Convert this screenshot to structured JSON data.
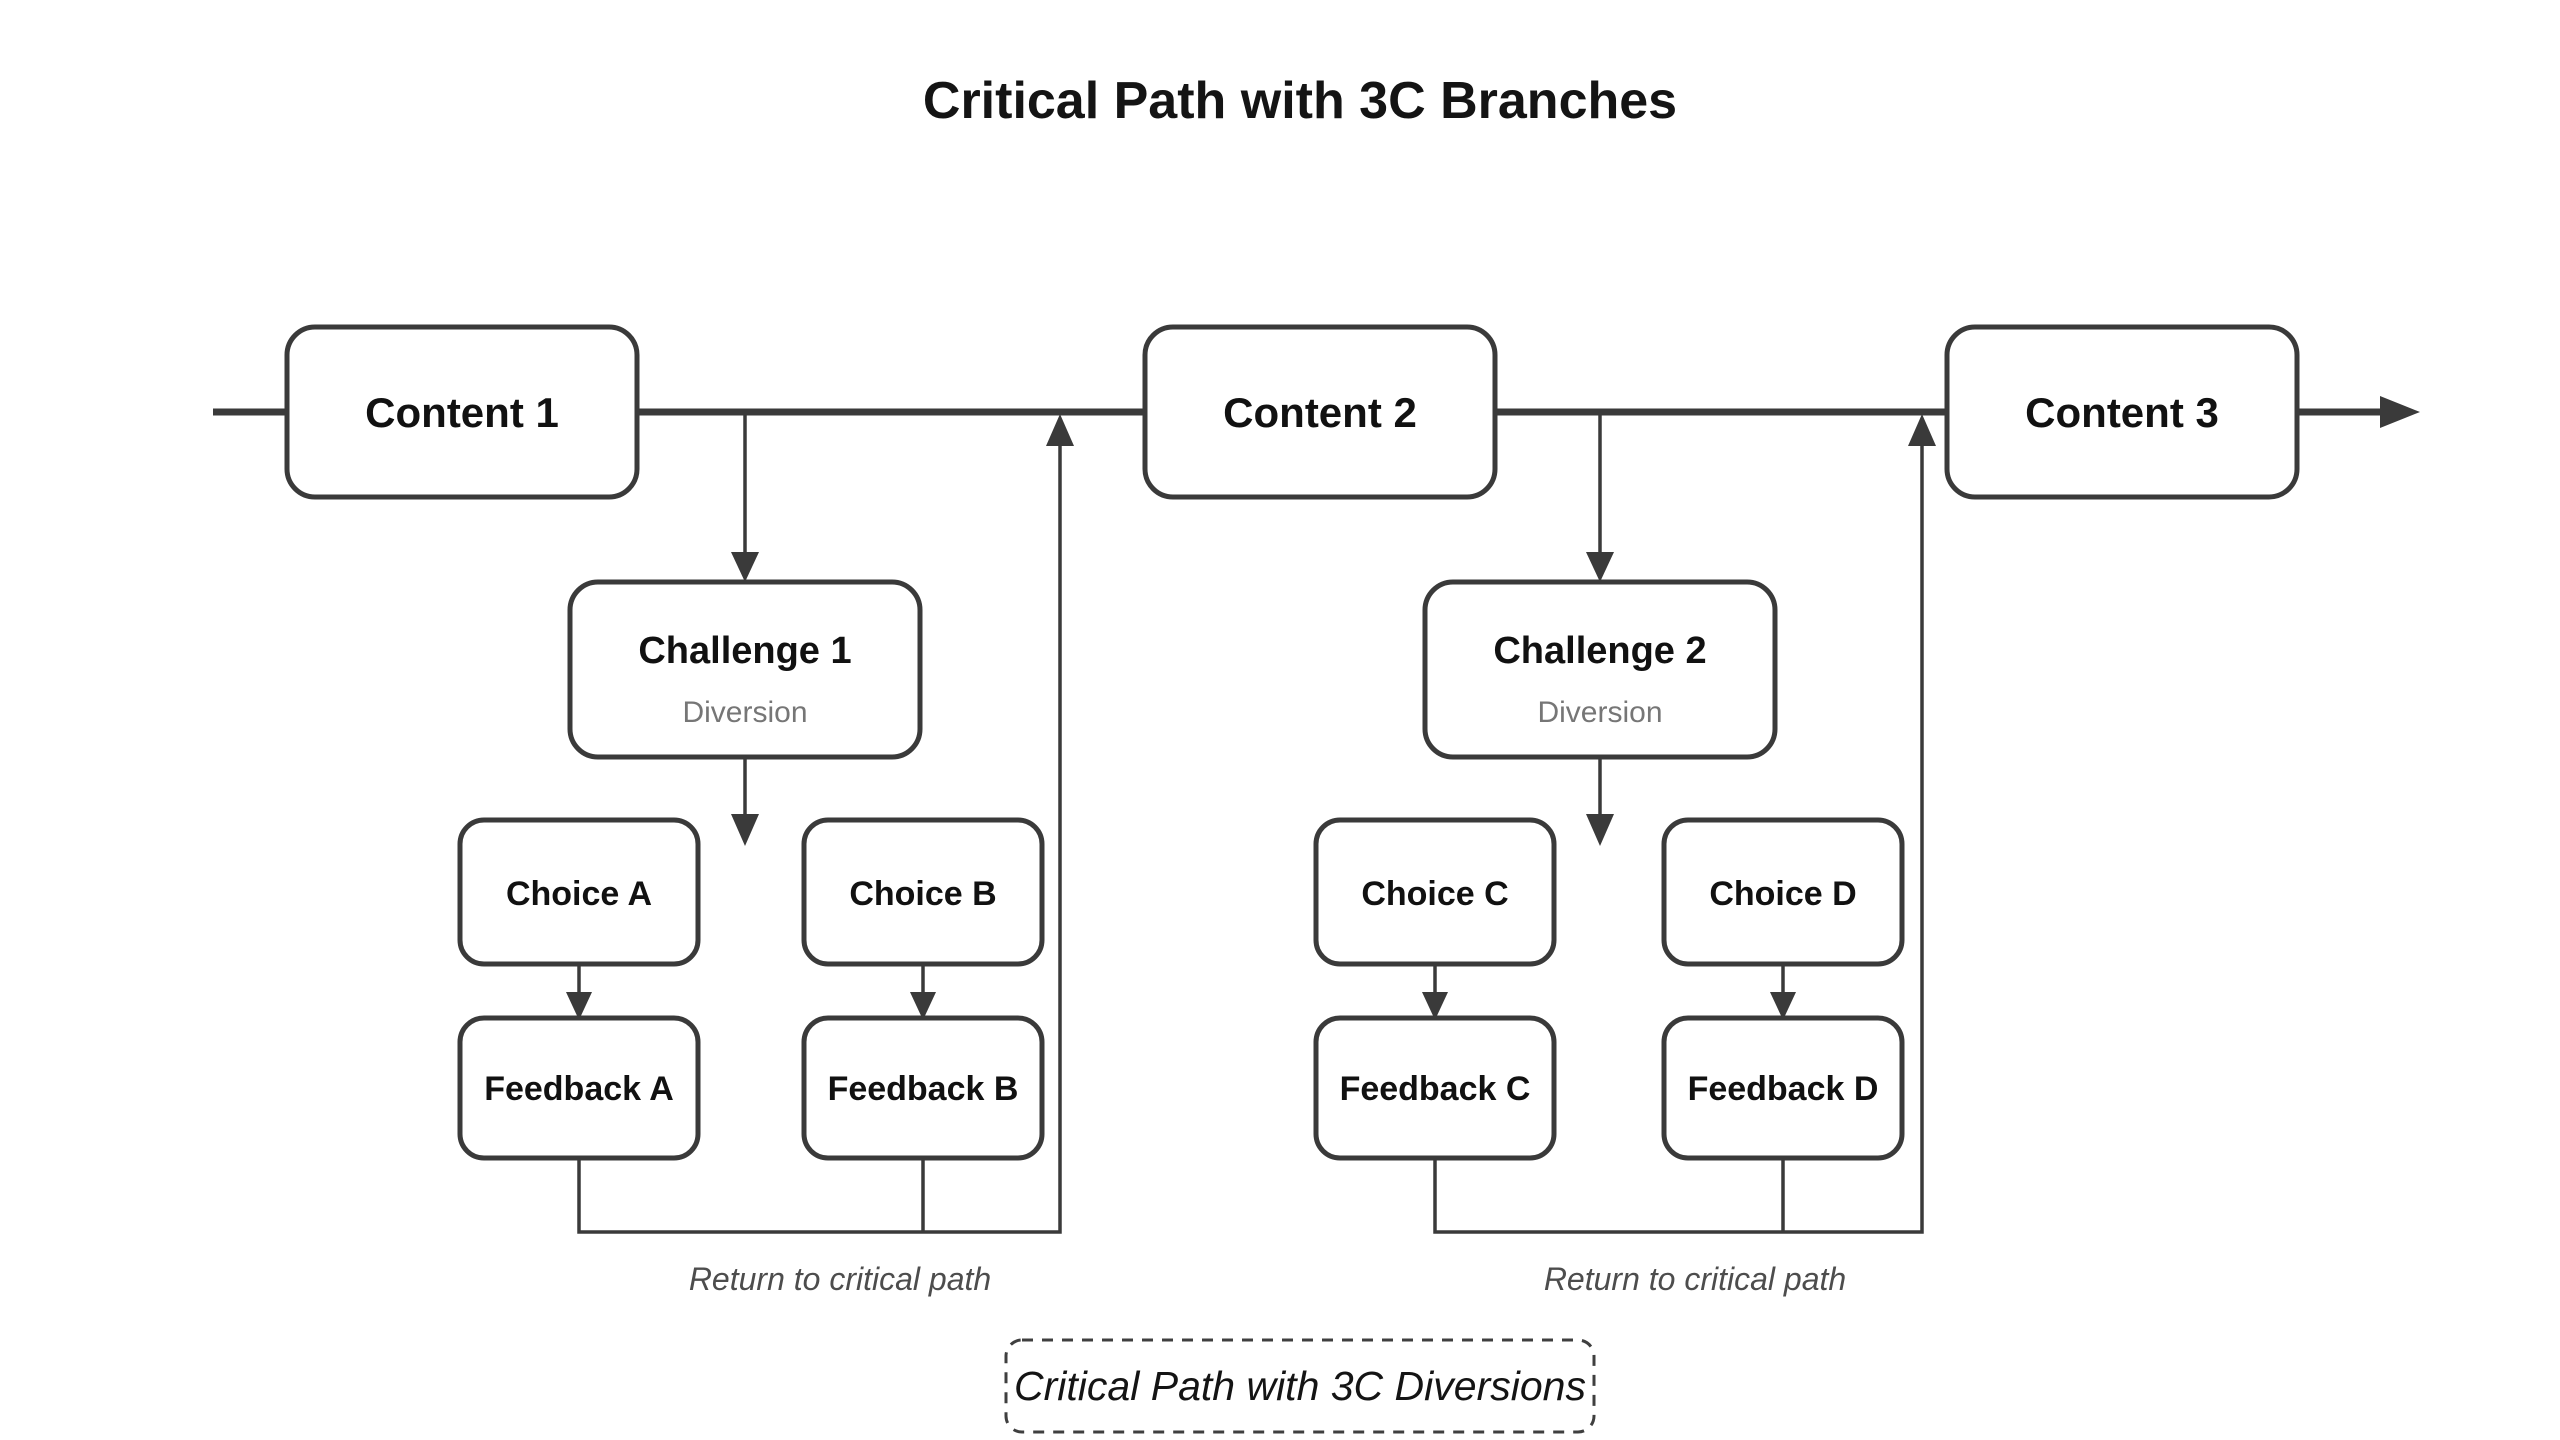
{
  "title": "Critical Path with 3C Branches",
  "caption": "Critical Path with 3C Diversions",
  "colors": {
    "stroke": "#3a3a3a",
    "node_fill": "#ffffff",
    "text": "#111111",
    "subtitle_text": "#767676",
    "return_label_text": "#4d4d4d",
    "background": "#ffffff"
  },
  "critical_path": {
    "nodes": [
      {
        "label": "Content 1"
      },
      {
        "label": "Content 2"
      },
      {
        "label": "Content 3"
      }
    ]
  },
  "branches": [
    {
      "challenge": {
        "label": "Challenge 1",
        "subtitle": "Diversion"
      },
      "choices": [
        {
          "label": "Choice A"
        },
        {
          "label": "Choice B"
        }
      ],
      "feedback": [
        {
          "label": "Feedback A"
        },
        {
          "label": "Feedback B"
        }
      ],
      "return_label": "Return to critical path"
    },
    {
      "challenge": {
        "label": "Challenge 2",
        "subtitle": "Diversion"
      },
      "choices": [
        {
          "label": "Choice C"
        },
        {
          "label": "Choice D"
        }
      ],
      "feedback": [
        {
          "label": "Feedback C"
        },
        {
          "label": "Feedback D"
        }
      ],
      "return_label": "Return to critical path"
    }
  ]
}
